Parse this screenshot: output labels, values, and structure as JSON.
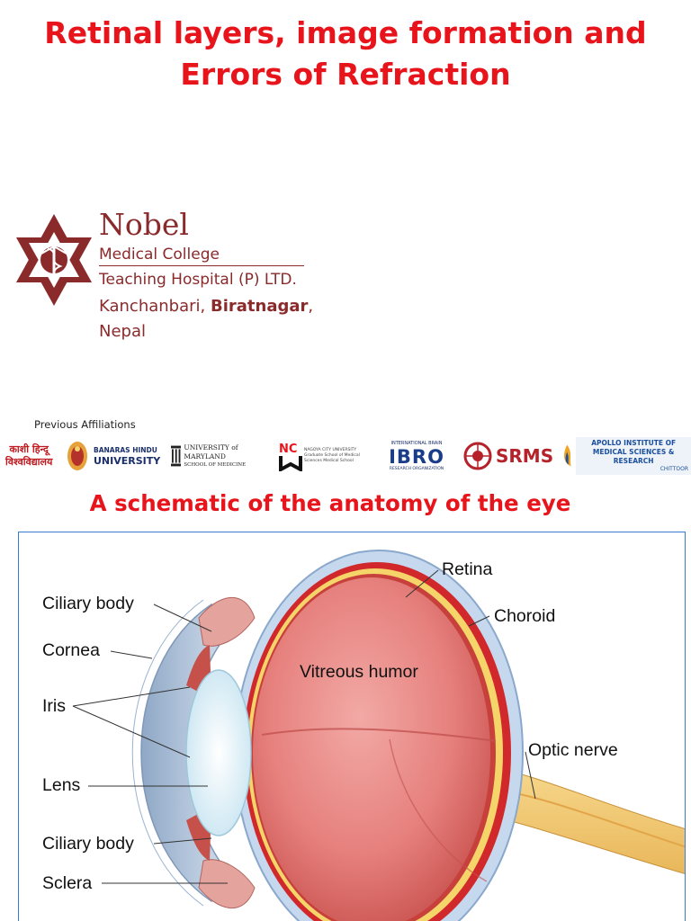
{
  "header": {
    "title_line1": "Retinal layers, image formation and",
    "title_line2": "Errors of Refraction"
  },
  "institution": {
    "name": "Nobel",
    "line1": "Medical College",
    "line2": "Teaching Hospital (P) LTD.",
    "address_part1": "Kanchanbari, ",
    "address_city": "Biratnagar",
    "address_comma": ",",
    "country": "Nepal"
  },
  "affiliations": {
    "label": "Previous Affiliations",
    "items": [
      {
        "line1": "काशी हिन्दू",
        "line2": "विश्वविद्यालय"
      },
      {
        "line1": "BANARAS HINDU",
        "line2": "UNIVERSITY"
      },
      {
        "line1": "UNIVERSITY of MARYLAND",
        "line2": "SCHOOL OF MEDICINE"
      },
      {
        "line1": "NAGOYA CITY UNIVERSITY",
        "line2": "Graduate School of Medical Sciences Medical School"
      },
      {
        "line1": "INTERNATIONAL BRAIN",
        "line2": "IBRO",
        "line3": "RESEARCH ORGANIZATION"
      },
      {
        "line1": "SRMS"
      },
      {
        "line1": "APOLLO INSTITUTE OF",
        "line2": "MEDICAL SCIENCES & RESEARCH",
        "line3": "CHITTOOR"
      }
    ]
  },
  "figure": {
    "subtitle": "A schematic of the anatomy of the eye",
    "labels": {
      "retina": "Retina",
      "ciliary_body_top": "Ciliary body",
      "choroid": "Choroid",
      "cornea": "Cornea",
      "vitreous": "Vitreous humor",
      "iris": "Iris",
      "optic_nerve": "Optic nerve",
      "lens": "Lens",
      "ciliary_body_bottom": "Ciliary body",
      "sclera": "Sclera"
    }
  },
  "colors": {
    "title_red": "#e8141b",
    "brand_maroon": "#8a2a2b",
    "figure_border": "#3d7ad1"
  }
}
